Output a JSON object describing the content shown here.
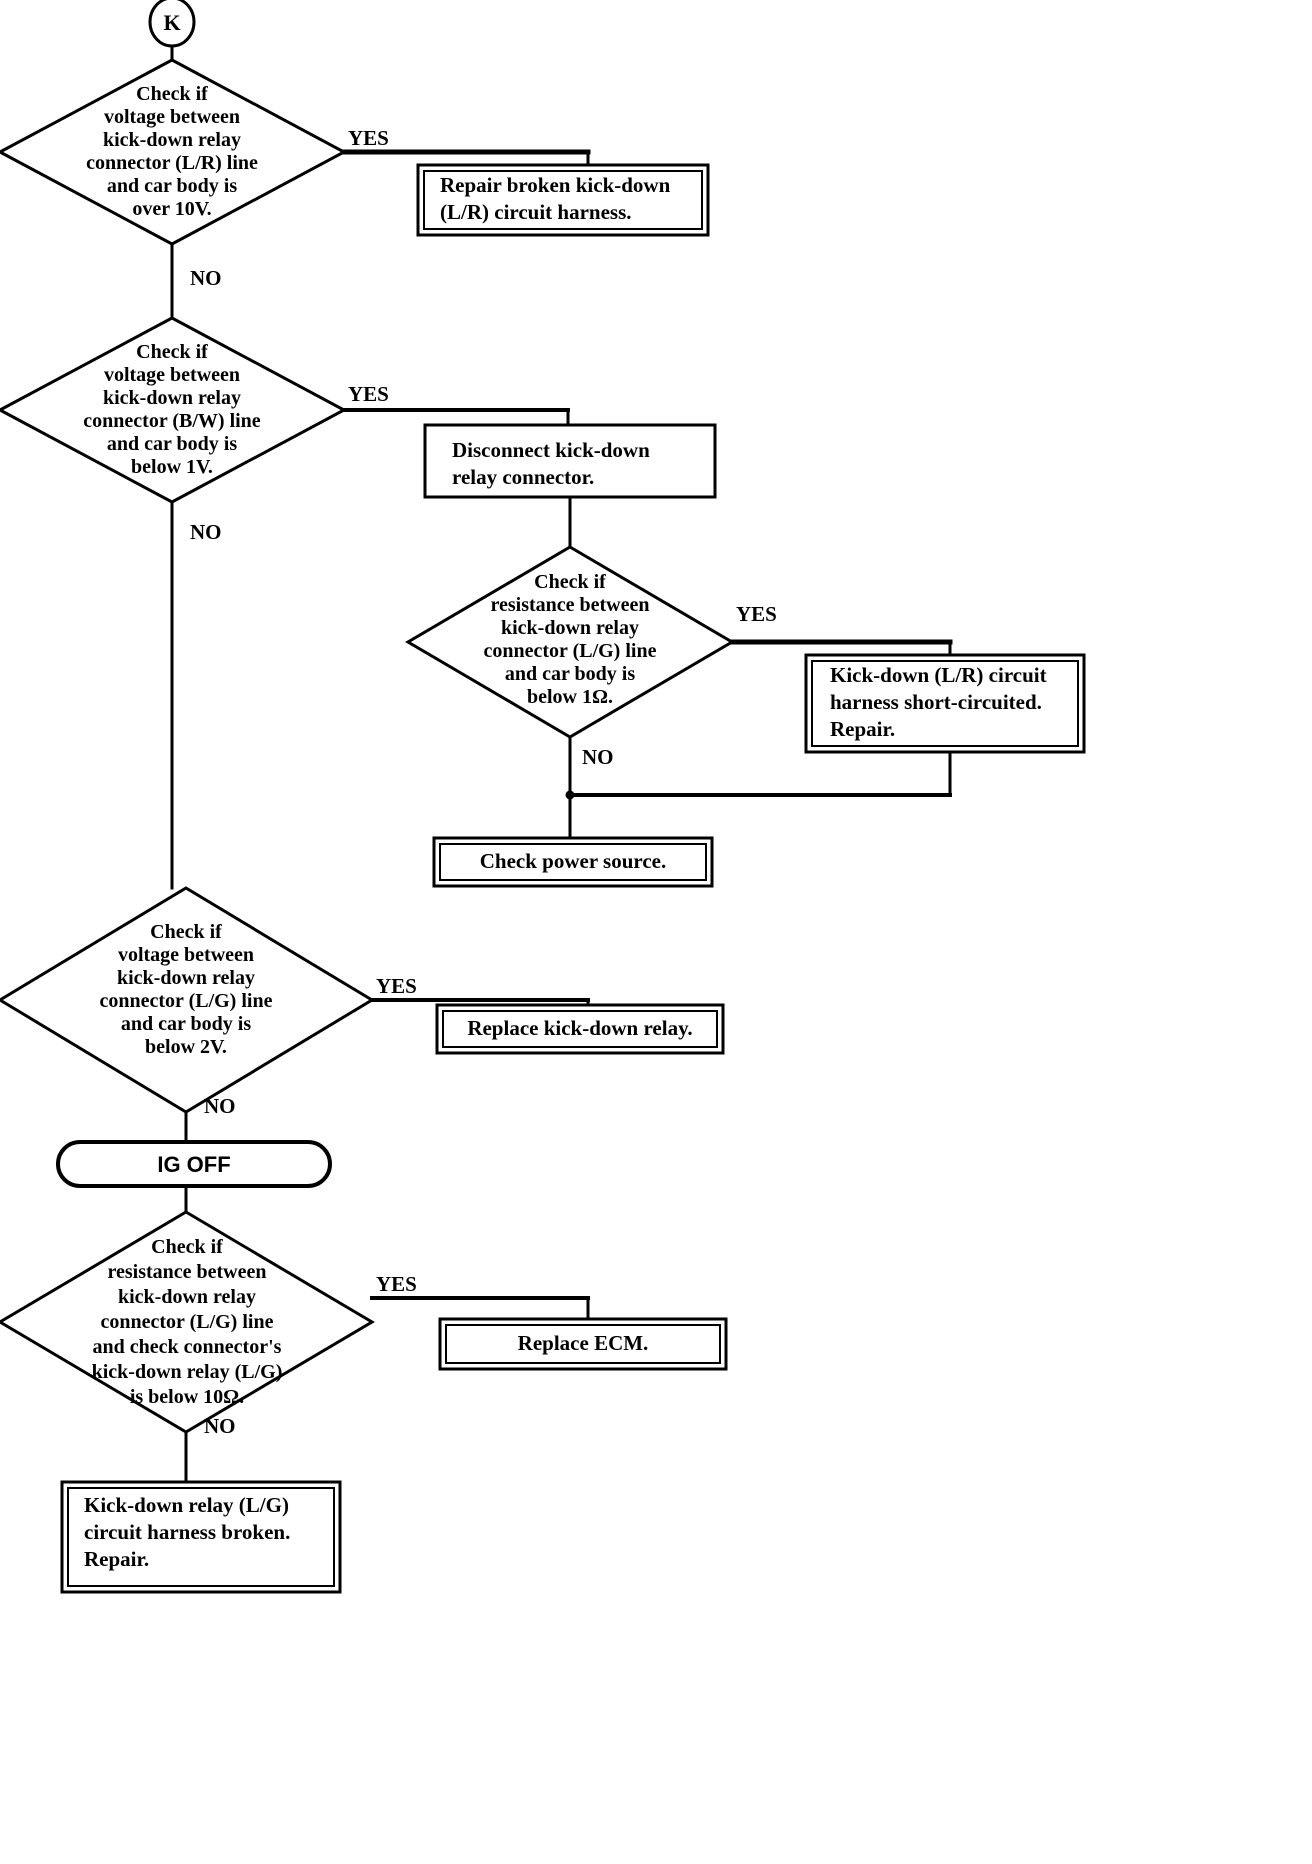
{
  "diagram": {
    "title": "Kick-down relay circuit diagnostic flowchart",
    "connector_in": {
      "label": "K"
    },
    "branch_labels": {
      "yes": "YES",
      "no": "NO"
    },
    "terminal": {
      "label": "IG OFF"
    },
    "nodes": [
      {
        "id": "d1",
        "type": "decision",
        "text": "Check if\nvoltage between\nkick-down relay\nconnector (L/R) line\nand car body is\nover 10V."
      },
      {
        "id": "a1",
        "type": "action-double",
        "text": "Repair broken kick-down\n(L/R) circuit harness."
      },
      {
        "id": "d2",
        "type": "decision",
        "text": "Check if\nvoltage between\nkick-down relay\nconnector (B/W) line\nand car body is\nbelow 1V."
      },
      {
        "id": "a2",
        "type": "action-single",
        "text": "Disconnect kick-down\nrelay connector."
      },
      {
        "id": "d3",
        "type": "decision",
        "text": "Check if\nresistance between\nkick-down relay\nconnector (L/G) line\nand car body is\nbelow 1Ω."
      },
      {
        "id": "a3",
        "type": "action-double",
        "text": "Kick-down (L/R) circuit\nharness short-circuited.\nRepair."
      },
      {
        "id": "a4",
        "type": "action-double",
        "text": "Check power source."
      },
      {
        "id": "d4",
        "type": "decision",
        "text": "Check if\nvoltage between\nkick-down relay\nconnector (L/G) line\nand car body is\nbelow 2V."
      },
      {
        "id": "a5",
        "type": "action-double",
        "text": "Replace kick-down relay."
      },
      {
        "id": "t1",
        "type": "terminal",
        "text": "IG OFF"
      },
      {
        "id": "d5",
        "type": "decision",
        "text": "Check if\nresistance between\nkick-down relay\nconnector (L/G) line\nand check connector's\nkick-down relay (L/G)\nis below 10Ω."
      },
      {
        "id": "a6",
        "type": "action-double",
        "text": "Replace ECM."
      },
      {
        "id": "a7",
        "type": "action-double",
        "text": "Kick-down relay (L/G)\ncircuit harness broken.\nRepair."
      }
    ],
    "colors": {
      "ink": "#000000",
      "paper": "#ffffff"
    }
  }
}
